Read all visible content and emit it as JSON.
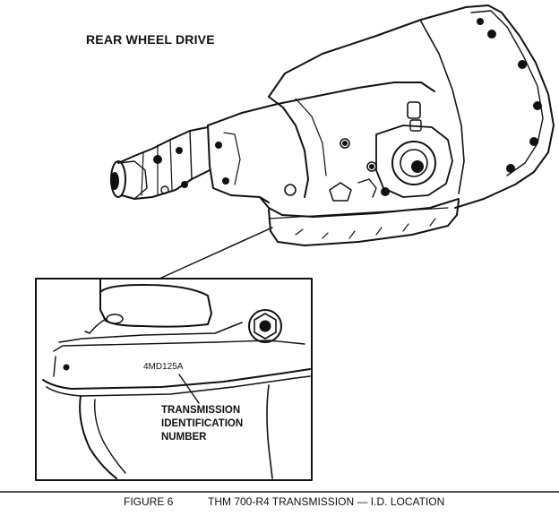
{
  "heading": "REAR WHEEL DRIVE",
  "part_number": "4MD125A",
  "callout": {
    "line1": "TRANSMISSION",
    "line2": "IDENTIFICATION",
    "line3": "NUMBER"
  },
  "caption": {
    "figure": "FIGURE 6",
    "title": "THM 700-R4 TRANSMISSION — I.D. LOCATION"
  },
  "colors": {
    "ink": "#111111",
    "paper": "#ffffff"
  }
}
